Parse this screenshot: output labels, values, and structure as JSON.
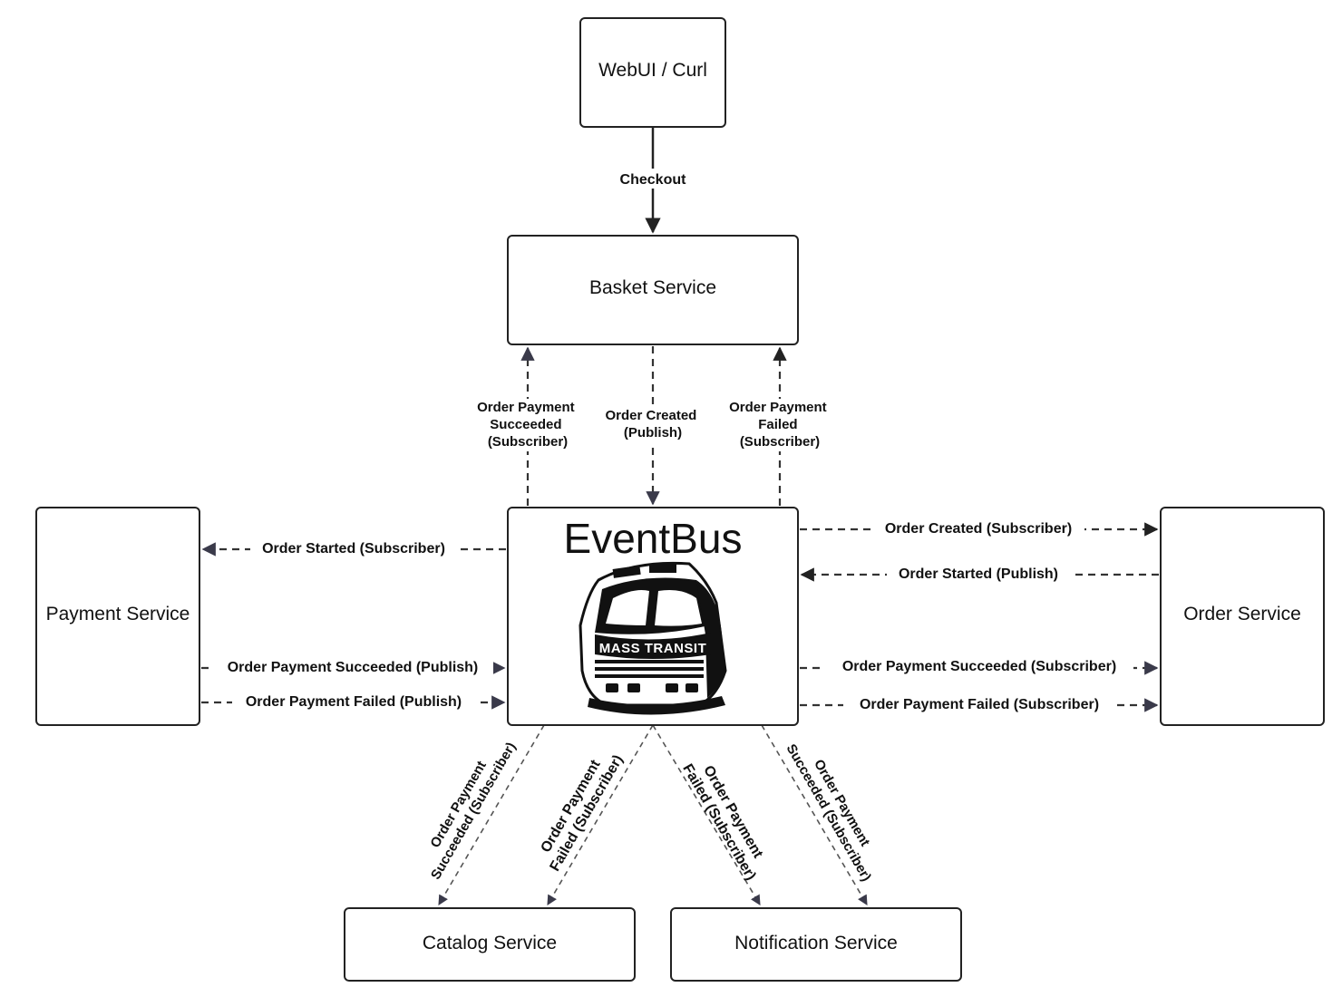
{
  "nodes": {
    "webui": "WebUI / Curl",
    "basket": "Basket Service",
    "eventbus": "EventBus",
    "payment": "Payment Service",
    "order": "Order Service",
    "catalog": "Catalog Service",
    "notification": "Notification Service"
  },
  "logo": {
    "text": "MASS TRANSIT",
    "icon": "mass-transit-bus-logo"
  },
  "edges": {
    "checkout": "Checkout",
    "basket_payment_succeeded": [
      "Order Payment",
      "Succeeded",
      "(Subscriber)"
    ],
    "basket_order_created": [
      "Order Created",
      "(Publish)"
    ],
    "basket_payment_failed": [
      "Order Payment",
      "Failed",
      "(Subscriber)"
    ],
    "payment_order_started": "Order Started (Subscriber)",
    "payment_succeeded_publish": "Order Payment Succeeded (Publish)",
    "payment_failed_publish": "Order Payment Failed (Publish)",
    "order_created_sub": "Order Created (Subscriber)",
    "order_started_publish": "Order Started (Publish)",
    "order_payment_succeeded_sub": "Order Payment Succeeded (Subscriber)",
    "order_payment_failed_sub": "Order Payment Failed (Subscriber)",
    "catalog_succeeded": [
      "Order Payment",
      "Succeeded (Subscriber)"
    ],
    "catalog_failed": [
      "Order Payment",
      "Failed (Subscriber)"
    ],
    "notification_failed": [
      "Order Payment",
      "Failed (Subscriber)"
    ],
    "notification_succeeded": [
      "Order Payment",
      "Succeeded (Subscriber)"
    ]
  }
}
